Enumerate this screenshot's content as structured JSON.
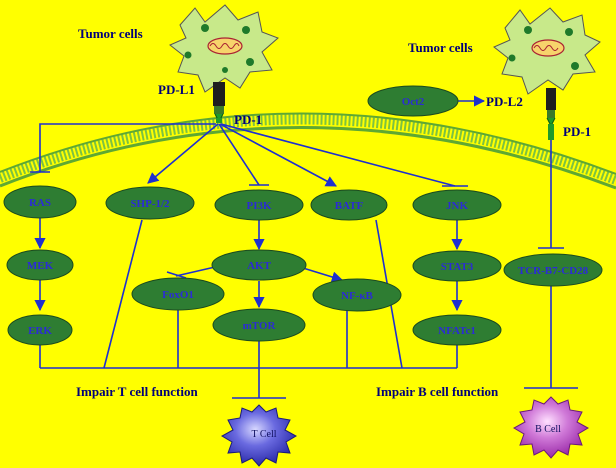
{
  "labels": {
    "tumor_left": "Tumor cells",
    "tumor_right": "Tumor cells",
    "pdl1": "PD-L1",
    "pd1_left": "PD-1",
    "pd1_right": "PD-1",
    "pdl2": "PD-L2",
    "impair_t": "Impair T cell function",
    "impair_b": "Impair B cell function",
    "t_cell": "T Cell",
    "b_cell": "B Cell"
  },
  "nodes": {
    "oct2": "Oct2",
    "ras": "RAS",
    "shp": "SHP-1/2",
    "pi3k": "PI3K",
    "batf": "BATF",
    "jnk": "JNK",
    "mek": "MEK",
    "akt": "AKT",
    "stat3": "STAT3",
    "tcr": "TCR-B7-CD28",
    "foxo1": "FoxO1",
    "nfkb": "NF-κB",
    "erk": "ERK",
    "mtor": "mTOR",
    "nfatc1": "NFATc1"
  },
  "colors": {
    "background": "#ffff00",
    "node_fill": "#2e7d32",
    "line": "#1e2fd0",
    "membrane": "#7cc242",
    "tumor_fill": "#c8e98a",
    "t_cell_fill": "#3d3dc8",
    "b_cell_fill": "#c05ad0"
  }
}
